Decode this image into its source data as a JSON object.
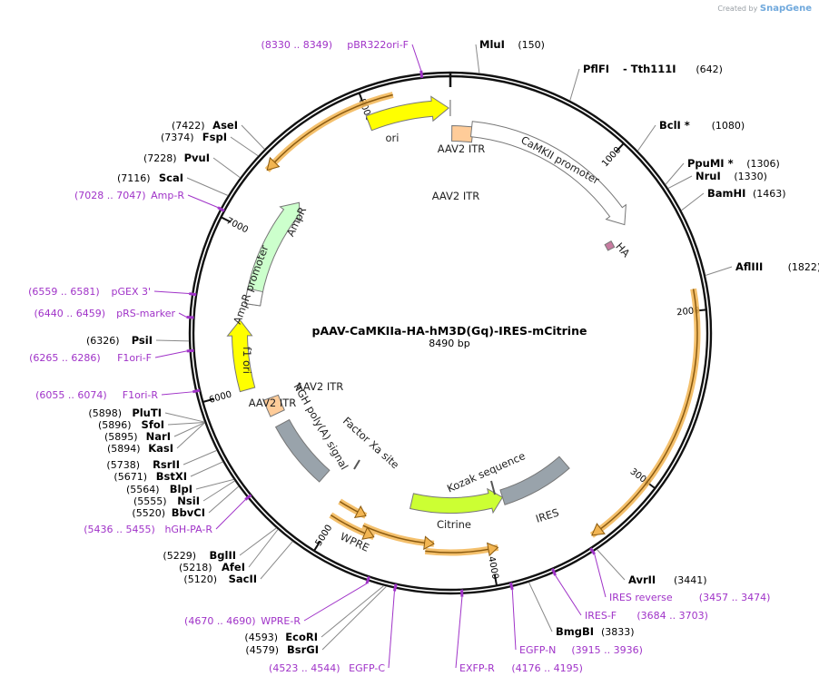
{
  "branding": {
    "created_by": "Created by",
    "app": "SnapGene"
  },
  "plasmid": {
    "name": "pAAV-CaMKIIa-HA-hM3D(Gq)-IRES-mCitrine",
    "length_label": "8490 bp",
    "length": 8490
  },
  "ticks": [
    {
      "pos": 1000,
      "label": "1000"
    },
    {
      "pos": 2000,
      "label": "2000"
    },
    {
      "pos": 3000,
      "label": "3000"
    },
    {
      "pos": 4000,
      "label": "4000"
    },
    {
      "pos": 5000,
      "label": "5000"
    },
    {
      "pos": 6000,
      "label": "6000"
    },
    {
      "pos": 7000,
      "label": "7000"
    },
    {
      "pos": 8000,
      "label": "8000"
    }
  ],
  "enzymes": [
    {
      "name": "MluI",
      "pos": "(150)",
      "site": 150
    },
    {
      "name": "PflFI",
      "name2": "Tth111I",
      "pos": "(642)",
      "site": 642
    },
    {
      "name": "BclI *",
      "pos": "(1080)",
      "site": 1080
    },
    {
      "name": "PpuMI *",
      "pos": "(1306)",
      "site": 1306
    },
    {
      "name": "NruI",
      "pos": "(1330)",
      "site": 1330
    },
    {
      "name": "BamHI",
      "pos": "(1463)",
      "site": 1463
    },
    {
      "name": "AflIII",
      "pos": "(1822)",
      "site": 1822
    },
    {
      "name": "AvrII",
      "pos": "(3441)",
      "site": 3441
    },
    {
      "name": "BmgBI",
      "pos": "(3833)",
      "site": 3833
    },
    {
      "name": "BsrGI",
      "pos": "(4579)",
      "site": 4579
    },
    {
      "name": "EcoRI",
      "pos": "(4593)",
      "site": 4593
    },
    {
      "name": "SacII",
      "pos": "(5120)",
      "site": 5120
    },
    {
      "name": "AfeI",
      "pos": "(5218)",
      "site": 5218
    },
    {
      "name": "BglII",
      "pos": "(5229)",
      "site": 5229
    },
    {
      "name": "BbvCI",
      "pos": "(5520)",
      "site": 5520
    },
    {
      "name": "NsiI",
      "pos": "(5555)",
      "site": 5555
    },
    {
      "name": "BlpI",
      "pos": "(5564)",
      "site": 5564
    },
    {
      "name": "BstXI",
      "pos": "(5671)",
      "site": 5671
    },
    {
      "name": "RsrII",
      "pos": "(5738)",
      "site": 5738
    },
    {
      "name": "KasI",
      "pos": "(5894)",
      "site": 5894
    },
    {
      "name": "NarI",
      "pos": "(5895)",
      "site": 5895
    },
    {
      "name": "SfoI",
      "pos": "(5896)",
      "site": 5896
    },
    {
      "name": "PluTI",
      "pos": "(5898)",
      "site": 5898
    },
    {
      "name": "PsiI",
      "pos": "(6326)",
      "site": 6326
    },
    {
      "name": "ScaI",
      "pos": "(7116)",
      "site": 7116
    },
    {
      "name": "PvuI",
      "pos": "(7228)",
      "site": 7228
    },
    {
      "name": "FspI",
      "pos": "(7374)",
      "site": 7374
    },
    {
      "name": "AseI",
      "pos": "(7422)",
      "site": 7422
    }
  ],
  "primers": [
    {
      "range": "(8330 .. 8349)",
      "name": "pBR322ori-F",
      "site": 8340
    },
    {
      "range": "(3457 .. 3474)",
      "name": "IRES reverse",
      "site": 3465
    },
    {
      "range": "(3684 .. 3703)",
      "name": "IRES-F",
      "site": 3693
    },
    {
      "range": "(3915 .. 3936)",
      "name": "EGFP-N",
      "site": 3925
    },
    {
      "range": "(4176 .. 4195)",
      "name": "EXFP-R",
      "site": 4185
    },
    {
      "range": "(4523 .. 4544)",
      "name": "EGFP-C",
      "site": 4533
    },
    {
      "range": "(4670 .. 4690)",
      "name": "WPRE-R",
      "site": 4680
    },
    {
      "range": "(5436 .. 5455)",
      "name": "hGH-PA-R",
      "site": 5445
    },
    {
      "range": "(6055 .. 6074)",
      "name": "F1ori-R",
      "site": 6064
    },
    {
      "range": "(6265 .. 6286)",
      "name": "F1ori-F",
      "site": 6275
    },
    {
      "range": "(6440 .. 6459)",
      "name": "pRS-marker",
      "site": 6449
    },
    {
      "range": "(6559 .. 6581)",
      "name": "pGEX 3'",
      "site": 6570
    },
    {
      "range": "(7028 .. 7047)",
      "name": "Amp-R",
      "site": 7037
    }
  ],
  "features": [
    {
      "name": "ori",
      "color": "#ffff00"
    },
    {
      "name": "AAV2 ITR",
      "color": "#ffcc99"
    },
    {
      "name": "CaMKII promoter",
      "color": "#ffffff"
    },
    {
      "name": "HA",
      "color": "#c77ba0"
    },
    {
      "name": "IRES",
      "color": "#99a3ab"
    },
    {
      "name": "Citrine",
      "color": "#ccff33"
    },
    {
      "name": "Kozak sequence",
      "color": "#ffffff"
    },
    {
      "name": "Factor Xa site",
      "color": "#ffffff"
    },
    {
      "name": "WPRE",
      "color": "#ffffff"
    },
    {
      "name": "hGH poly(A) signal",
      "color": "#99a3ab"
    },
    {
      "name": "f1 ori",
      "color": "#ffff00"
    },
    {
      "name": "AmpR promoter",
      "color": "#ffffff"
    },
    {
      "name": "AmpR",
      "color": "#ccffcc"
    },
    {
      "name": "...",
      "color": "#ffffff"
    }
  ],
  "colors": {
    "primer": "#a033c8",
    "orf": "#f2b552",
    "backbone": "#111111"
  }
}
